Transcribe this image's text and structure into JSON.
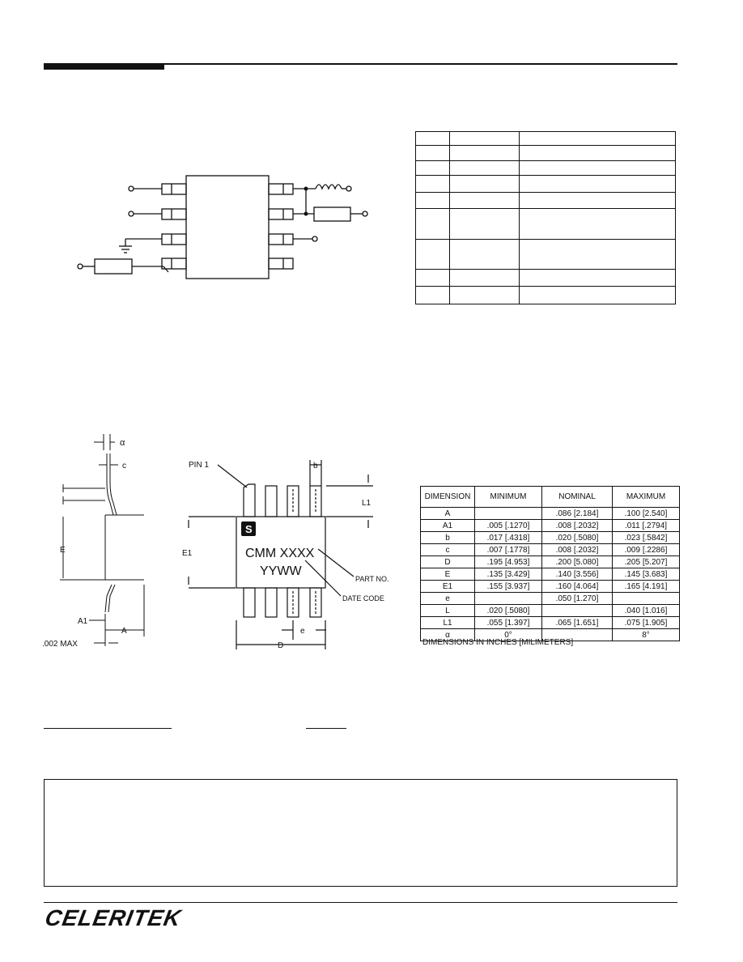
{
  "package_marking": {
    "logo": "S",
    "line1": "CMM XXXX",
    "line2": "YYWW"
  },
  "labels": {
    "pin1": "PIN 1",
    "part_no": "PART NO.",
    "date_code": "DATE CODE",
    "alpha": "α",
    "c": "c",
    "E": "E",
    "E1": "E1",
    "b": "b",
    "L1": "L1",
    "A1": "A1",
    "A": "A",
    "max_note": ".002 MAX",
    "e": "e",
    "D": "D"
  },
  "dimensions_table": {
    "headers": [
      "DIMENSION",
      "MINIMUM",
      "NOMINAL",
      "MAXIMUM"
    ],
    "rows": [
      [
        "A",
        "",
        ".086 [2.184]",
        ".100 [2.540]"
      ],
      [
        "A1",
        ".005 [.1270]",
        ".008 [.2032]",
        ".011 [.2794]"
      ],
      [
        "b",
        ".017 [.4318]",
        ".020 [.5080]",
        ".023 [.5842]"
      ],
      [
        "c",
        ".007 [.1778]",
        ".008 [.2032]",
        ".009 [.2286]"
      ],
      [
        "D",
        ".195 [4.953]",
        ".200 [5.080]",
        ".205 [5.207]"
      ],
      [
        "E",
        ".135 [3.429]",
        ".140 [3.556]",
        ".145 [3.683]"
      ],
      [
        "E1",
        ".155 [3.937]",
        ".160 [4.064]",
        ".165 [4.191]"
      ],
      [
        "e",
        "",
        ".050 [1.270]",
        ""
      ],
      [
        "L",
        ".020 [.5080]",
        "",
        ".040 [1.016]"
      ],
      [
        "L1",
        ".055 [1.397]",
        ".065 [1.651]",
        ".075 [1.905]"
      ],
      [
        "α",
        "0°",
        "",
        "8°"
      ]
    ],
    "caption": "DIMENSIONS IN INCHES [MILIMETERS]"
  },
  "footer": {
    "brand": "CELERITEK"
  }
}
